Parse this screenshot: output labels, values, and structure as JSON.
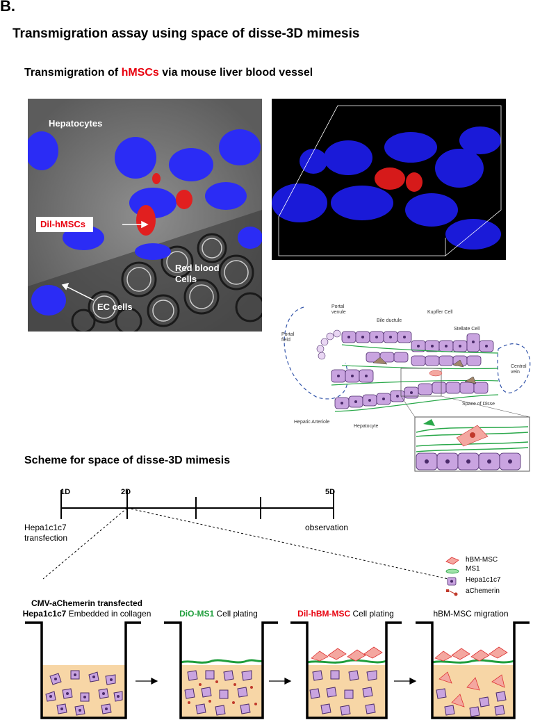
{
  "panel_letter": "B.",
  "title": "Transmigration assay using space of disse-3D mimesis",
  "subtitle": {
    "prefix": "Transmigration of ",
    "highlight": "hMSCs",
    "suffix": " via mouse liver blood vessel"
  },
  "micrograph": {
    "hepatocytes_label": "Hepatocytes",
    "dil_label": "Dil-hMSCs",
    "rbc_label_line1": "Red blood",
    "rbc_label_line2": "Cells",
    "ec_label": "EC cells"
  },
  "liver_diagram": {
    "portal_venule": [
      "Portal",
      "venule"
    ],
    "bile_ductule": "Bile ductule",
    "kupffer_cell": "Kupffer Cell",
    "stellate_cell": "Stellate Cell",
    "portal_field": [
      "Portal",
      "field"
    ],
    "central_vein": [
      "Central",
      "vein"
    ],
    "space_of_disse": "Space of Disse",
    "hepatic_arteriole": "Hepatic Arteriole",
    "hepatocyte": "Hepatocyte"
  },
  "scheme_title": "Scheme for space of disse-3D mimesis",
  "timeline": {
    "ticks": [
      "1D",
      "2D",
      "5D"
    ],
    "label_start_line1": "Hepa1c1c7",
    "label_start_line2": "transfection",
    "label_end": "observation"
  },
  "legend": {
    "items": [
      "hBM-MSC",
      "MS1",
      "Hepa1c1c7",
      "aChemerin"
    ]
  },
  "wells": [
    {
      "line1": "CMV-aChemerin transfected",
      "line2_bold": "Hepa1c1c7",
      "line2_rest": " Embedded in collagen"
    },
    {
      "highlight": "DiO-MS1",
      "rest": " Cell plating"
    },
    {
      "highlight": "Dil-hBM-MSC",
      "rest": " Cell plating"
    },
    {
      "text": "hBM-MSC migration"
    }
  ],
  "colors": {
    "red": "#e8000e",
    "green": "#1f9e3c",
    "collagen": "#f7d6a6",
    "hepatocyte": "#c9a4e0",
    "nucleus_blue": "#2b2cf5"
  }
}
